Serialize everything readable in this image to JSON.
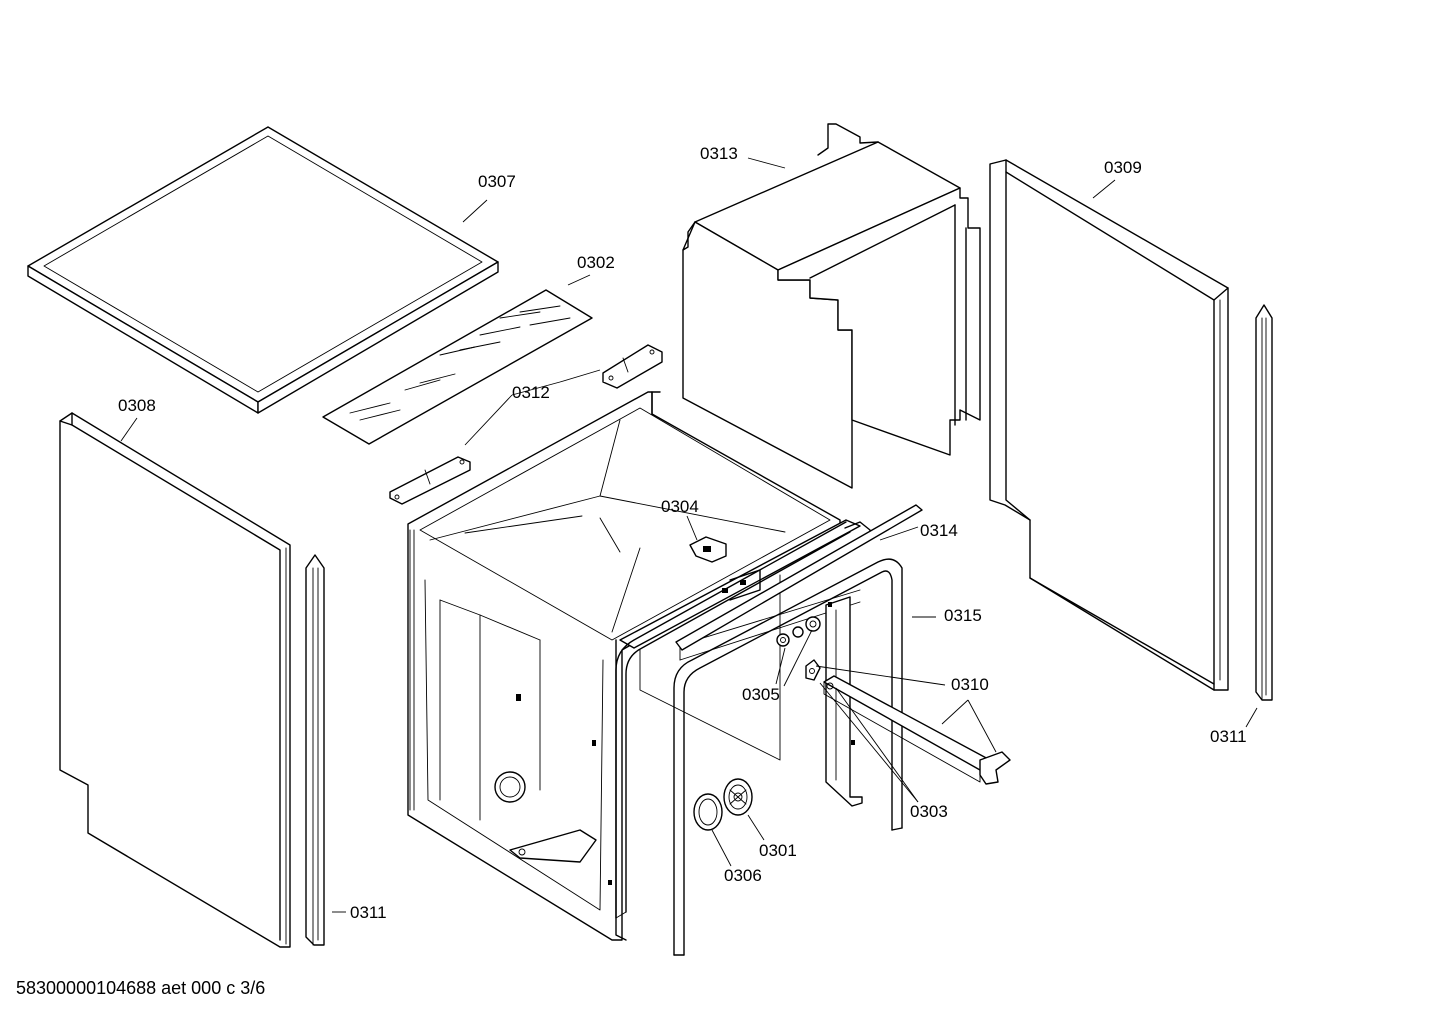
{
  "diagram": {
    "footer_code": "58300000104688 aet 000 c 3/6",
    "labels": {
      "p0301": "0301",
      "p0302": "0302",
      "p0303": "0303",
      "p0304": "0304",
      "p0305": "0305",
      "p0306": "0306",
      "p0307": "0307",
      "p0308": "0308",
      "p0309": "0309",
      "p0310": "0310",
      "p0311_left": "0311",
      "p0311_right": "0311",
      "p0312": "0312",
      "p0313": "0313",
      "p0314": "0314",
      "p0315": "0315"
    }
  }
}
